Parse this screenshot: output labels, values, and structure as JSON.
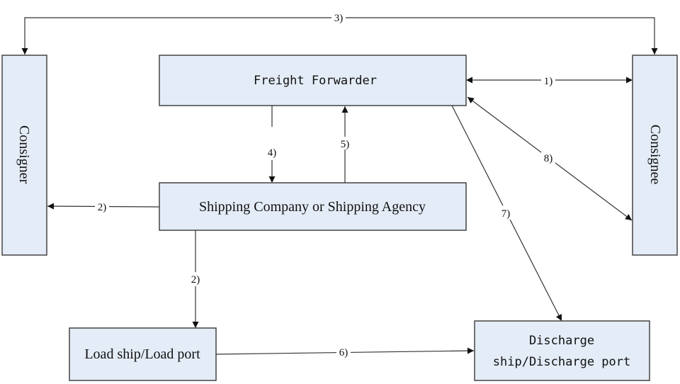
{
  "nodes": {
    "freight_forwarder": {
      "label": "Freight Forwarder"
    },
    "shipping_company": {
      "label": "Shipping Company or Shipping Agency"
    },
    "consigner": {
      "label": "Consigner"
    },
    "consignee": {
      "label": "Consignee"
    },
    "load_port": {
      "label": "Load ship/Load port"
    },
    "discharge_port": {
      "label_line1": "Discharge",
      "label_line2": "ship/Discharge port"
    }
  },
  "edges": [
    {
      "id": "e1",
      "label": "1)",
      "from": "Freight Forwarder",
      "to": "Consignee",
      "bidirectional": true
    },
    {
      "id": "e2a",
      "label": "2)",
      "from": "Shipping Company or Shipping Agency",
      "to": "Consigner",
      "bidirectional": false
    },
    {
      "id": "e2b",
      "label": "2)",
      "from": "Shipping Company or Shipping Agency",
      "to": "Load ship/Load port",
      "bidirectional": false
    },
    {
      "id": "e3",
      "label": "3)",
      "from": "Consigner/Consignee",
      "to": "Consigner and Consignee",
      "bidirectional": true
    },
    {
      "id": "e4",
      "label": "4)",
      "from": "Freight Forwarder",
      "to": "Shipping Company or Shipping Agency",
      "bidirectional": false
    },
    {
      "id": "e5",
      "label": "5)",
      "from": "Shipping Company or Shipping Agency",
      "to": "Freight Forwarder",
      "bidirectional": false
    },
    {
      "id": "e6",
      "label": "6)",
      "from": "Load ship/Load port",
      "to": "Discharge ship/Discharge port",
      "bidirectional": false
    },
    {
      "id": "e7",
      "label": "7)",
      "from": "Freight Forwarder",
      "to": "Discharge ship/Discharge port",
      "bidirectional": false
    },
    {
      "id": "e8",
      "label": "8)",
      "from": "Freight Forwarder",
      "to": "Consignee",
      "bidirectional": true
    }
  ],
  "labels": {
    "e1": "1)",
    "e2a": "2)",
    "e2b": "2)",
    "e3": "3)",
    "e4": "4)",
    "e5": "5)",
    "e6": "6)",
    "e7": "7)",
    "e8": "8)"
  },
  "colors": {
    "box_fill": "#e4ecf7",
    "box_stroke": "#444444",
    "line": "#333333"
  }
}
